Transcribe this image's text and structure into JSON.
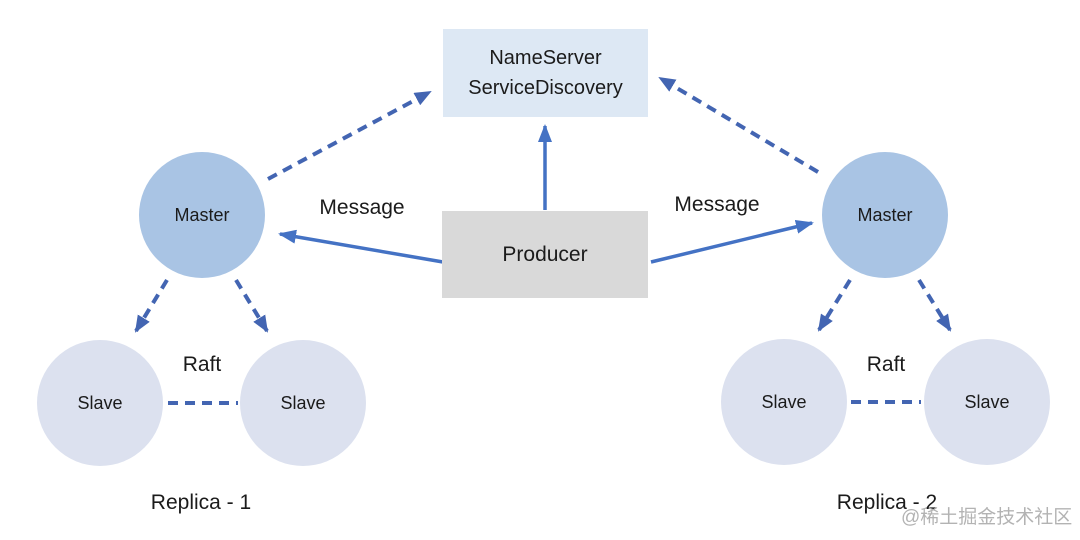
{
  "diagram": {
    "nameserver": {
      "line1": "NameServer",
      "line2": "ServiceDiscovery"
    },
    "producer": {
      "label": "Producer"
    },
    "replica1": {
      "message_label": "Message",
      "master_label": "Master",
      "slave_left_label": "Slave",
      "slave_right_label": "Slave",
      "raft_label": "Raft",
      "caption": "Replica - 1"
    },
    "replica2": {
      "message_label": "Message",
      "master_label": "Master",
      "slave_left_label": "Slave",
      "slave_right_label": "Slave",
      "raft_label": "Raft",
      "caption": "Replica - 2"
    },
    "watermark": "@稀土掘金技术社区",
    "colors": {
      "master_fill": "#a9c4e4",
      "slave_fill": "#dce1ef",
      "nameserver_fill": "#dde8f4",
      "producer_fill": "#d9d9d9",
      "arrow": "#4472c4",
      "arrow_dashed": "#4365b2",
      "text": "#1b1b1b",
      "watermark": "#b3b3b3"
    }
  }
}
